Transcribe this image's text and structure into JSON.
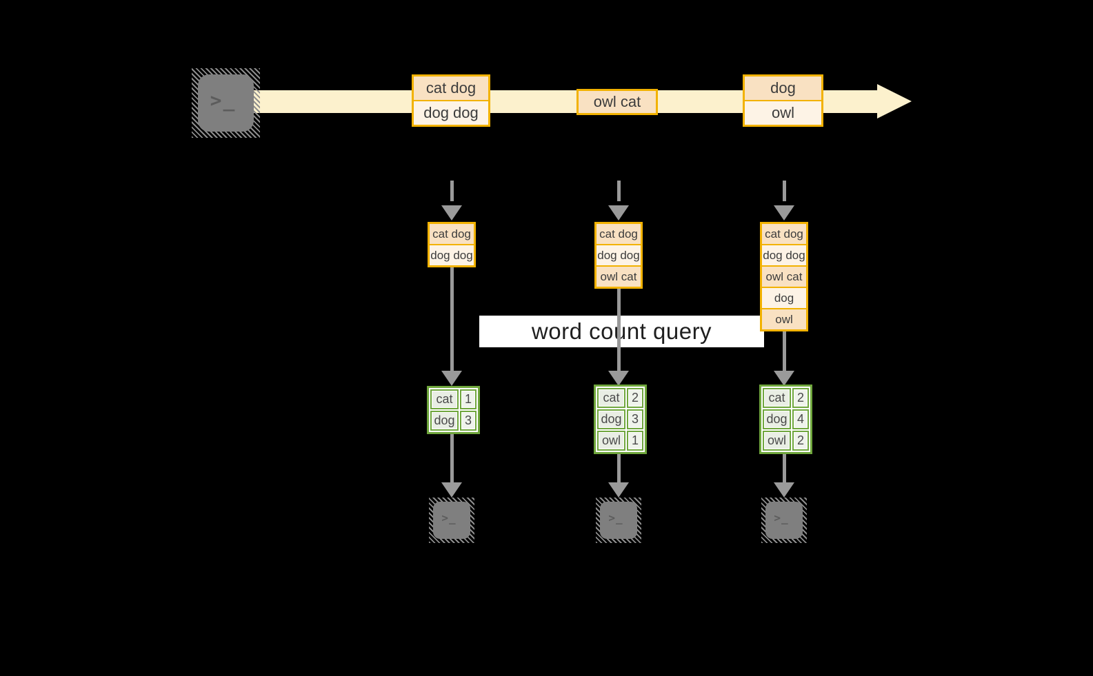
{
  "query_label": "word count query",
  "stream": {
    "batches": [
      {
        "rows": [
          "cat dog",
          "dog dog"
        ]
      },
      {
        "rows": [
          "owl cat"
        ]
      },
      {
        "rows": [
          "dog",
          "owl"
        ]
      }
    ]
  },
  "columns": [
    {
      "queue": [
        "cat dog",
        "dog dog"
      ],
      "counts": [
        {
          "word": "cat",
          "count": "1"
        },
        {
          "word": "dog",
          "count": "3"
        }
      ]
    },
    {
      "queue": [
        "cat dog",
        "dog dog",
        "owl cat"
      ],
      "counts": [
        {
          "word": "cat",
          "count": "2"
        },
        {
          "word": "dog",
          "count": "3"
        },
        {
          "word": "owl",
          "count": "1"
        }
      ]
    },
    {
      "queue": [
        "cat dog",
        "dog dog",
        "owl cat",
        "dog",
        "owl"
      ],
      "counts": [
        {
          "word": "cat",
          "count": "2"
        },
        {
          "word": "dog",
          "count": "4"
        },
        {
          "word": "owl",
          "count": "2"
        }
      ]
    }
  ],
  "icons": {
    "terminal_prompt_glyph": ">_"
  },
  "colors": {
    "background": "#000000",
    "stream": "#fcf1cd",
    "box_border": "#f2b200",
    "cell_peach": "#f9e1c2",
    "cell_cream": "#fdf3e6",
    "table_border": "#6fa63c",
    "table_cell_word": "#e9eee4",
    "table_cell_num": "#eff3eb",
    "arrow": "#9a9a9a",
    "icon_gray": "#7f7f7f",
    "label_bg": "#ffffff",
    "text": "#3c3c3c"
  }
}
